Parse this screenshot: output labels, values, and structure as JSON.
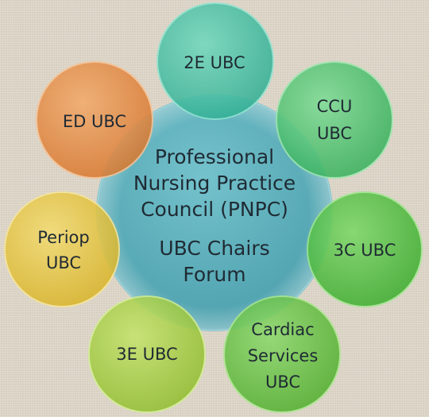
{
  "center": {
    "lines": [
      "Professional",
      "Nursing Practice",
      "Council (PNPC)",
      "UBC Chairs",
      "Forum"
    ],
    "color": "#5fb2bd"
  },
  "satellites": [
    {
      "id": "2e-ubc",
      "lines": [
        "2E UBC"
      ],
      "color": "#43c2a6"
    },
    {
      "id": "ccu-ubc",
      "lines": [
        "CCU",
        "UBC"
      ],
      "color": "#4cc46e"
    },
    {
      "id": "3c-ubc",
      "lines": [
        "3C UBC"
      ],
      "color": "#4dc23a"
    },
    {
      "id": "cardiac-services-ubc",
      "lines": [
        "Cardiac",
        "Services",
        "UBC"
      ],
      "color": "#64c23a"
    },
    {
      "id": "3e-ubc",
      "lines": [
        "3E UBC"
      ],
      "color": "#a4cf3b"
    },
    {
      "id": "periop-ubc",
      "lines": [
        "Periop",
        "UBC"
      ],
      "color": "#e7c535"
    },
    {
      "id": "ed-ubc",
      "lines": [
        "ED UBC"
      ],
      "color": "#e78a3e"
    }
  ]
}
